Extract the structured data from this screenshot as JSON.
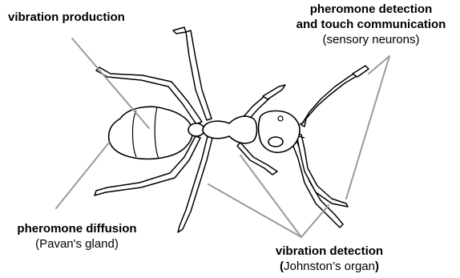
{
  "labels": {
    "vibration_production": "vibration production",
    "pheromone_detection_line1": "pheromone detection",
    "pheromone_detection_line2": "and touch communication",
    "pheromone_detection_sub": "(sensory neurons)",
    "pheromone_diffusion": "pheromone diffusion",
    "pheromone_diffusion_sub": "(Pavan's gland)",
    "vibration_detection": "vibration detection",
    "vibration_detection_open": "(",
    "vibration_detection_sub": "Johnston’s organ",
    "vibration_detection_close": ")"
  },
  "colors": {
    "outline": "#000000",
    "leader_line": "#9a9a9a",
    "fill": "#ffffff"
  }
}
